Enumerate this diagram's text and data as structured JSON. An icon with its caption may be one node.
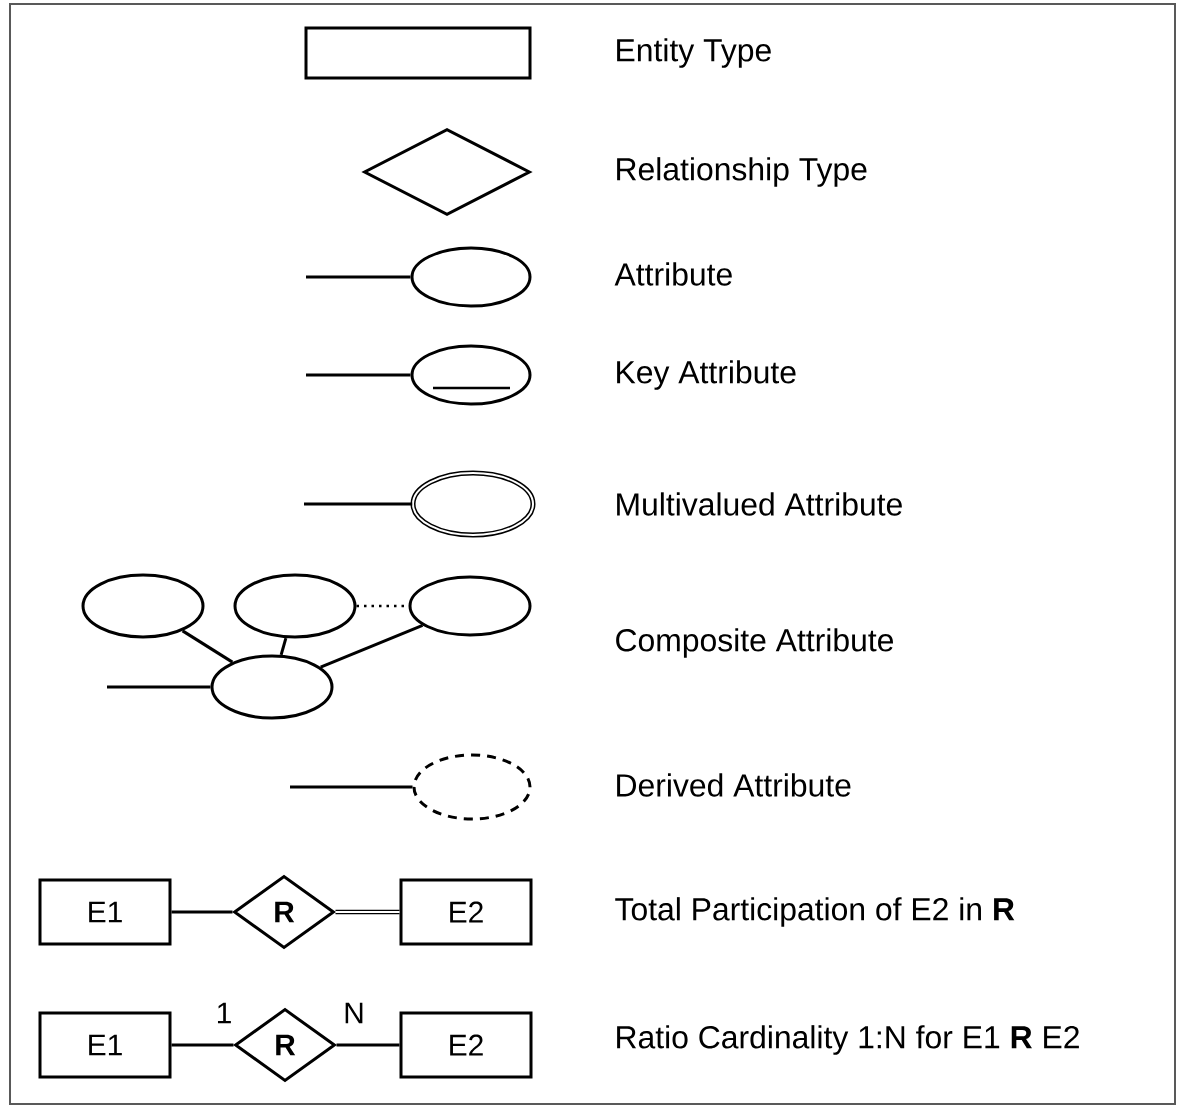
{
  "diagram": {
    "nodes": [
      {
        "text": [],
        "shape": "box"
      },
      {
        "text": [],
        "shape": "diamond"
      },
      {
        "text": [],
        "shape": "ellipse"
      },
      {
        "text": [],
        "shape": "ellipse"
      },
      {
        "text": [],
        "shape": "ellipse"
      },
      {
        "text": [],
        "shape": "ellipse"
      },
      {
        "text": [],
        "shape": "ellipse"
      },
      {
        "text": [],
        "shape": "ellipse"
      },
      {
        "text": [],
        "shape": "ellipse"
      },
      {
        "text": [],
        "shape": "ellipse"
      },
      {
        "text": [
          "E1"
        ]
      },
      {
        "text": [
          "R"
        ]
      },
      {
        "text": [
          "E2"
        ]
      },
      {
        "text": [
          "E1"
        ]
      },
      {
        "text": [
          "R"
        ]
      },
      {
        "text": [
          "E2"
        ]
      }
    ],
    "edges": [
      {
        "from": null,
        "to": 2,
        "arrow": "none"
      },
      {
        "from": null,
        "to": 3,
        "arrow": "none"
      },
      {
        "from": null,
        "to": 4,
        "arrow": "none"
      },
      {
        "from": 8,
        "to": 5,
        "arrow": "none"
      },
      {
        "from": 8,
        "to": 6,
        "arrow": "none"
      },
      {
        "from": 8,
        "to": 7,
        "arrow": "none"
      },
      {
        "from": null,
        "to": 8,
        "arrow": "none"
      },
      {
        "from": 6,
        "to": 7,
        "arrow": "none",
        "style": "dashed"
      },
      {
        "from": null,
        "to": 9,
        "arrow": "none"
      },
      {
        "from": 10,
        "to": 11,
        "arrow": "none"
      },
      {
        "from": 11,
        "to": 12,
        "arrow": "none"
      },
      {
        "from": 13,
        "to": 14,
        "arrow": "none",
        "label": "1"
      },
      {
        "from": 14,
        "to": 15,
        "arrow": "none",
        "label": "N"
      }
    ],
    "labels": [
      "Entity Type",
      "Relationship Type",
      "Attribute",
      "Key Attribute",
      "Multivalued Attribute",
      "Composite Attribute",
      "Derived Attribute",
      "Total Participation of E2 in **R**",
      "Ratio Cardinality 1:N for E1 **R** E2"
    ]
  }
}
